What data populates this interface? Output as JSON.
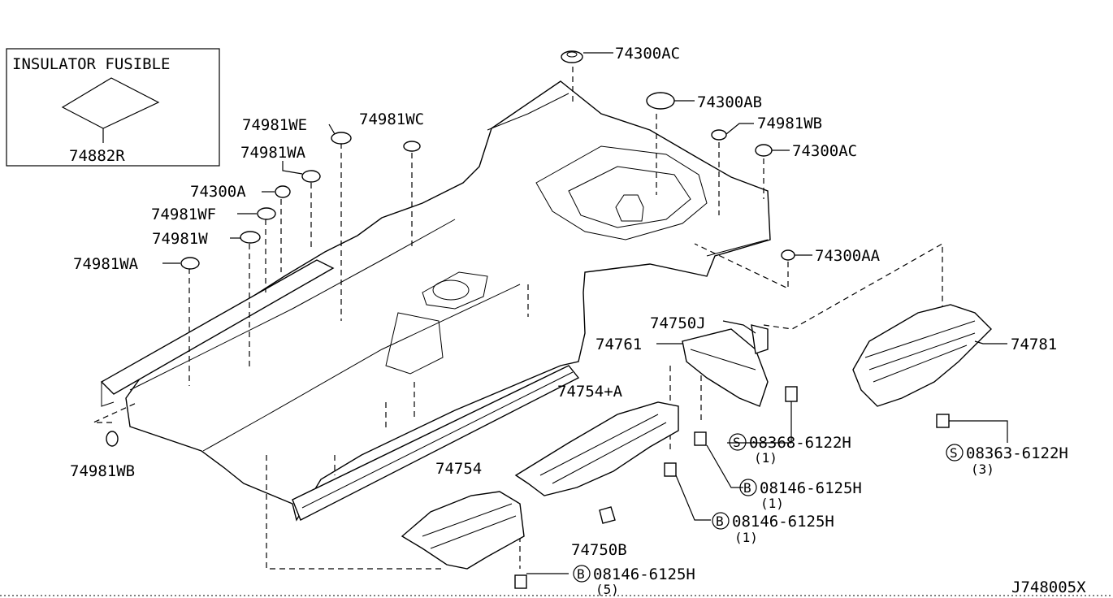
{
  "legend_box": {
    "title": "INSULATOR FUSIBLE",
    "part_no": "74882R"
  },
  "callouts": {
    "c_74300AC_top": "74300AC",
    "c_74300AB": "74300AB",
    "c_74981WB_right": "74981WB",
    "c_74300AC_right": "74300AC",
    "c_74300AA": "74300AA",
    "c_74981WE": "74981WE",
    "c_74981WC": "74981WC",
    "c_74981WA_top": "74981WA",
    "c_74300A": "74300A",
    "c_74981WF": "74981WF",
    "c_74981W": "74981W",
    "c_74981WA_left": "74981WA",
    "c_74981WB_left": "74981WB",
    "c_74750J": "74750J",
    "c_74761": "74761",
    "c_74781": "74781",
    "c_74754A": "74754+A",
    "c_74754": "74754",
    "c_74750B": "74750B"
  },
  "fasteners": [
    {
      "prefix": "S",
      "number": "08368-6122H",
      "qty": "(1)"
    },
    {
      "prefix": "S",
      "number": "08363-6122H",
      "qty": "(3)"
    },
    {
      "prefix": "B",
      "number": "08146-6125H",
      "qty": "(1)"
    },
    {
      "prefix": "B",
      "number": "08146-6125H",
      "qty": "(1)"
    },
    {
      "prefix": "B",
      "number": "08146-6125H",
      "qty": "(5)"
    }
  ],
  "diagram_id": "J748005X"
}
